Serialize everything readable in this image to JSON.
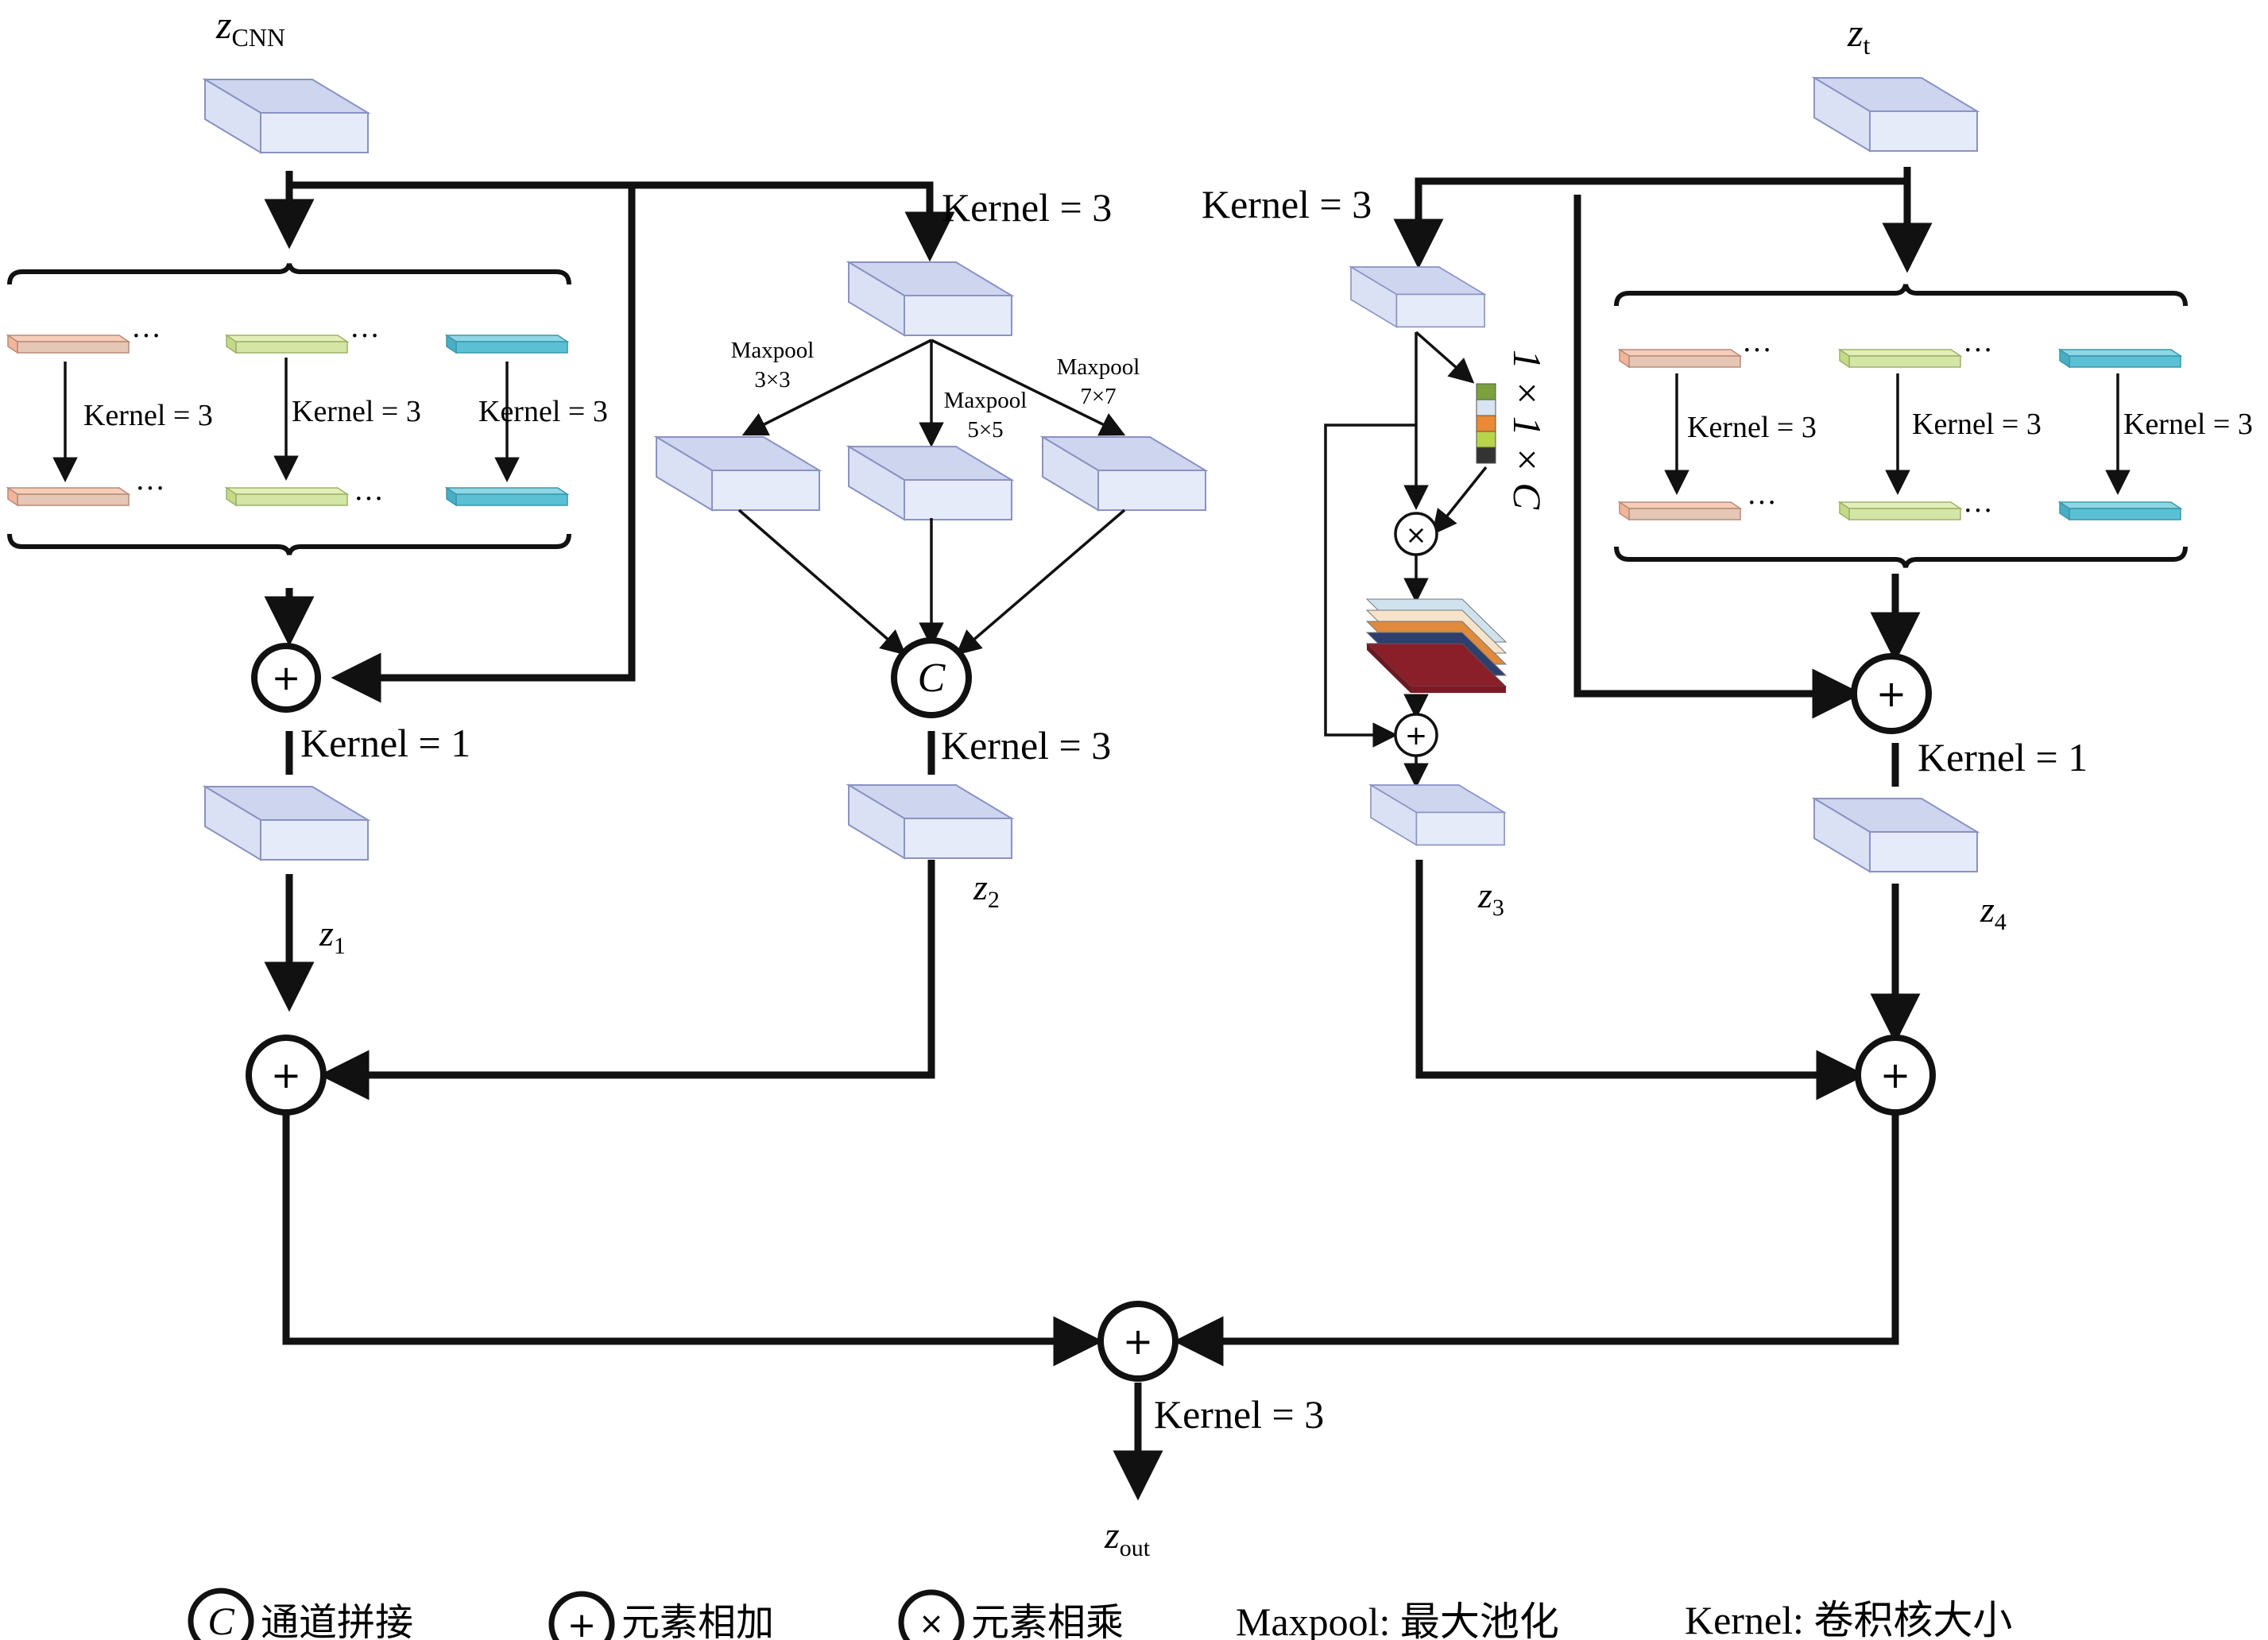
{
  "inputs": {
    "cnn_main": "z",
    "cnn_sub": "CNN",
    "t_main": "z",
    "t_sub": "t"
  },
  "kernel_labels": {
    "k3": "Kernel = 3",
    "k1": "Kernel = 1"
  },
  "maxpool": [
    {
      "name": "Maxpool",
      "size": "3×3"
    },
    {
      "name": "Maxpool",
      "size": "5×5"
    },
    {
      "name": "Maxpool",
      "size": "7×7"
    }
  ],
  "dots": "···",
  "attention_vector_label": "1 × 1 × C",
  "outputs": [
    {
      "main": "z",
      "sub": "1"
    },
    {
      "main": "z",
      "sub": "2"
    },
    {
      "main": "z",
      "sub": "3"
    },
    {
      "main": "z",
      "sub": "4"
    }
  ],
  "final_output": {
    "main": "z",
    "sub": "out"
  },
  "symbols": {
    "concat": "C",
    "add": "+",
    "multiply": "×"
  },
  "legend": [
    {
      "symbol": "C",
      "text": "通道拼接"
    },
    {
      "symbol": "+",
      "text": "元素相加"
    },
    {
      "symbol": "×",
      "text": "元素相乘"
    },
    {
      "text": "Maxpool: 最大池化"
    },
    {
      "text": "Kernel: 卷积核大小"
    }
  ],
  "colors": {
    "block_front": "#e3e8f8",
    "block_top": "#cdd5ef",
    "block_edge": "#8a93c2",
    "strip_orange": "#f2b59a",
    "strip_green": "#cfe39a",
    "strip_teal": "#5bc0d4",
    "vector": [
      "#7aa13c",
      "#d8e4ef",
      "#ea8a34",
      "#b7d44a",
      "#333333"
    ],
    "stack": [
      "#cfe2ee",
      "#f6e3c9",
      "#e08a3c",
      "#2e3f6e",
      "#8a1f2a"
    ]
  }
}
